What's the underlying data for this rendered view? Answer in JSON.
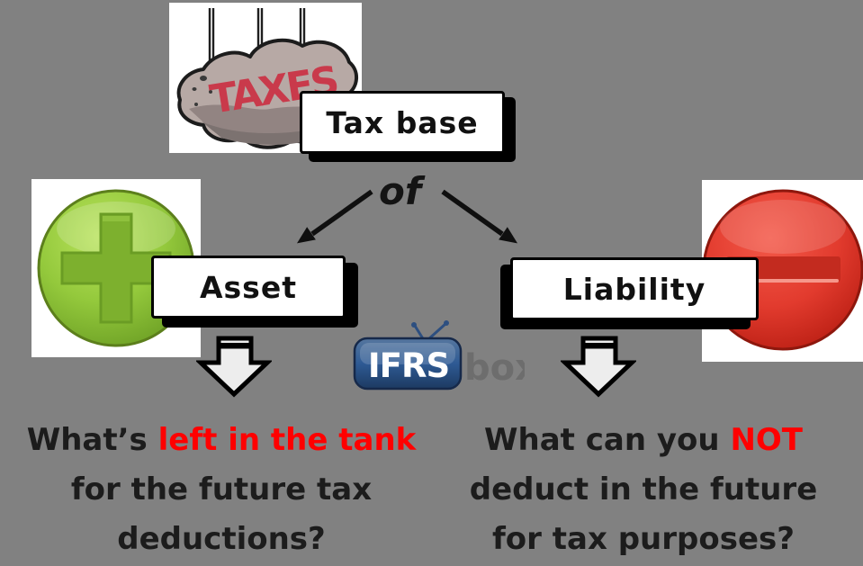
{
  "colors": {
    "background": "#818181",
    "highlight_red": "#ff0000",
    "taxes_text_red": "#c93a4b",
    "plus_icon_green": "#8dc63f",
    "minus_icon_red": "#de3226",
    "logo_blue": "#2e5a94",
    "logo_suffix_gray": "#6d6d6d",
    "arrow_fill": "#ededed"
  },
  "diagram": {
    "tax_base_label": "Tax base",
    "of_label": "of",
    "asset_label": "Asset",
    "liability_label": "Liability",
    "taxes_rock_text": "TAXES"
  },
  "logo": {
    "brand": "IFRS",
    "suffix": "box"
  },
  "questions": {
    "left": {
      "lead": "What’s",
      "highlight": "left in the tank",
      "line2": "for the future tax",
      "line3": "deductions?"
    },
    "right": {
      "lead": "What can you",
      "highlight": "NOT",
      "line2": "deduct in the future",
      "line3": "for tax purposes?"
    }
  }
}
